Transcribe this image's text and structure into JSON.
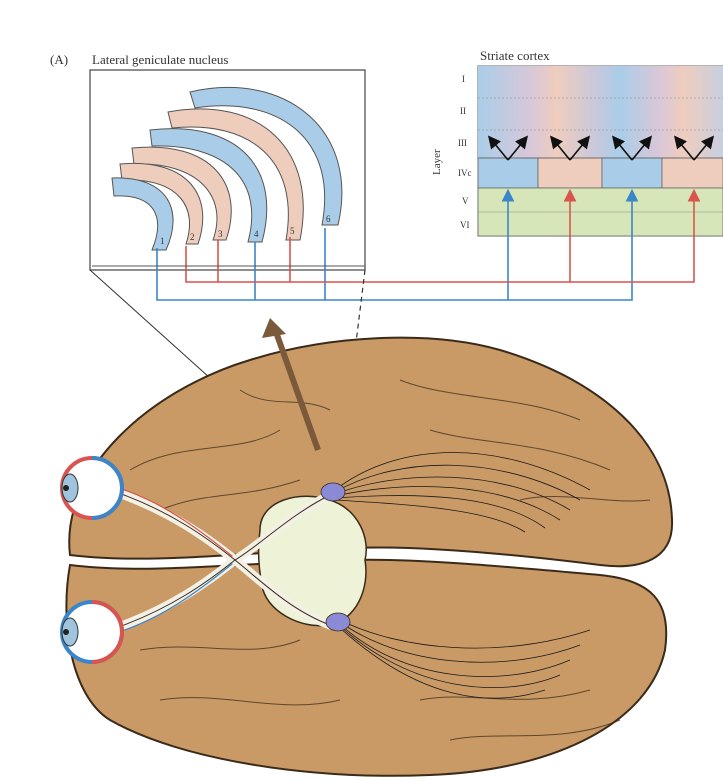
{
  "panel_label": "(A)",
  "lgn": {
    "title": "Lateral geniculate nucleus",
    "layer_numbers": [
      "1",
      "2",
      "3",
      "4",
      "5",
      "6"
    ]
  },
  "cortex": {
    "title": "Striate cortex",
    "axis_label": "Layer",
    "layers": [
      "I",
      "II",
      "III",
      "IVc",
      "V",
      "VI"
    ]
  },
  "colors": {
    "ipsilateral_blue": "#3a86c8",
    "contralateral_red": "#d9534f",
    "blue_fill": "#a9cde8",
    "pink_fill": "#efcdbd",
    "layer_v_vi_fill": "#d7e6b8",
    "brain_fill": "#c99a66",
    "brain_outline": "#3a2a1a",
    "thalamus_fill": "#eef2d6",
    "lgn_marker": "#8a8ad6"
  }
}
